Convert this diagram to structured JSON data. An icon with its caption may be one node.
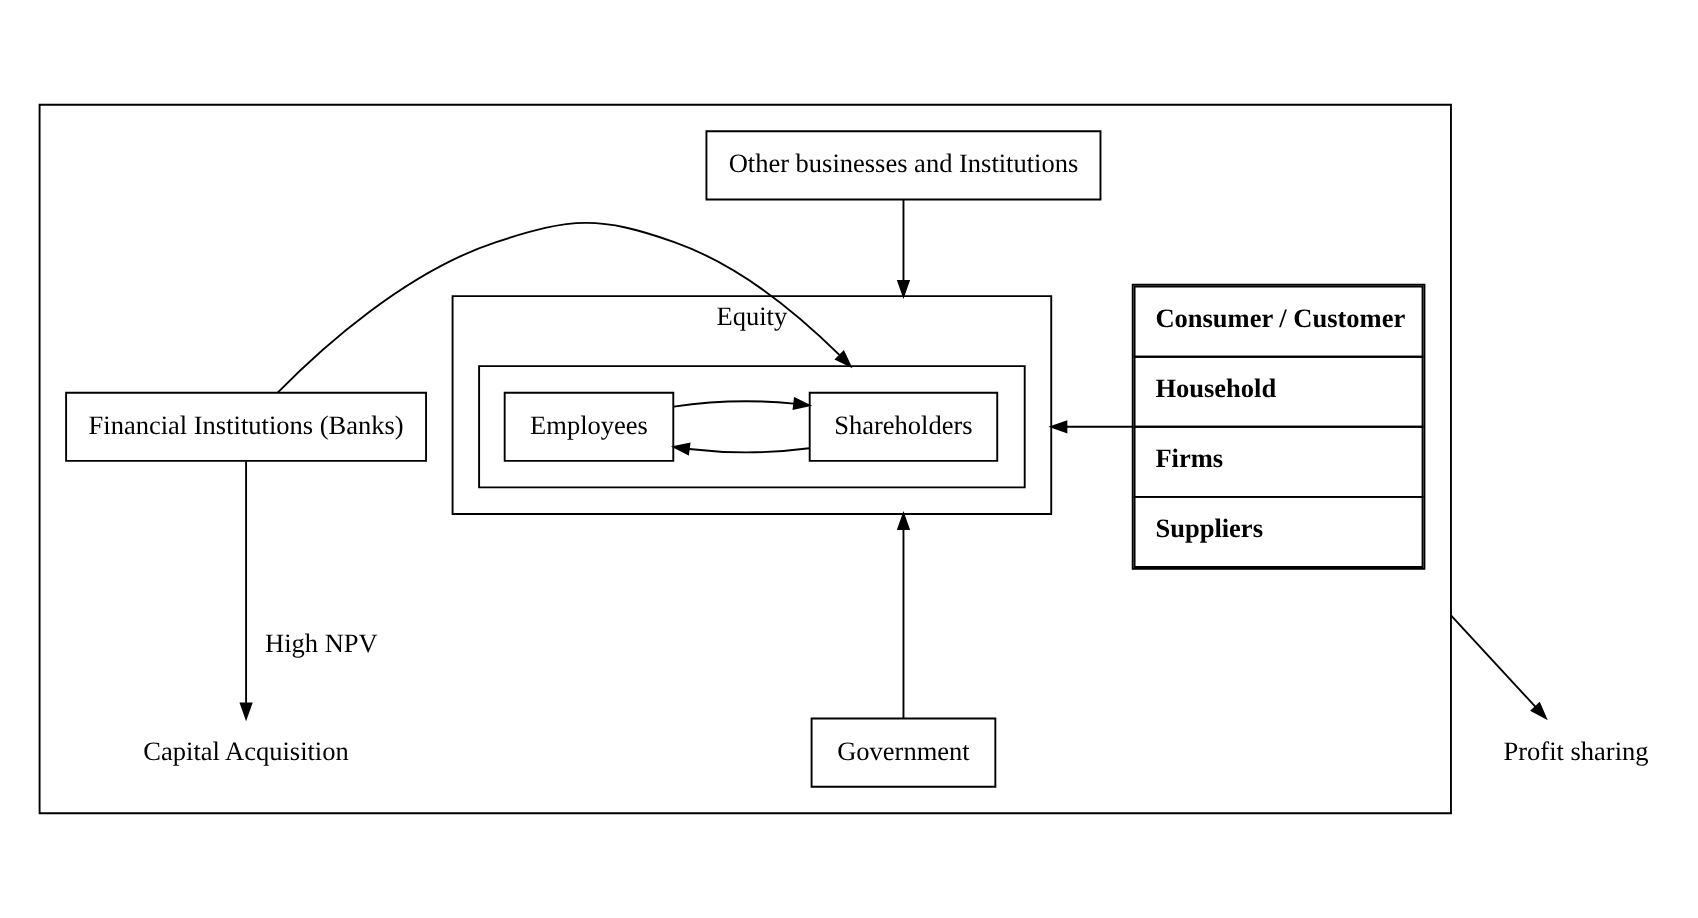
{
  "diagram": {
    "nodes": [
      {
        "text": [],
        "shape": "box"
      },
      {
        "text": [
          "Consumer / Customer",
          "Household",
          "Firms",
          "Suppliers"
        ],
        "in": 0
      },
      {
        "text": [
          "Other businesses and Institutions"
        ],
        "in": 0
      },
      {
        "text": [
          "Equity"
        ],
        "in": 0
      },
      {
        "text": [],
        "shape": "box",
        "in": 3
      },
      {
        "text": [
          "Shareholders"
        ],
        "in": 4
      },
      {
        "text": [
          "Employees"
        ],
        "in": 4
      },
      {
        "text": [
          "Financial Institutions (Banks)"
        ],
        "in": 0
      },
      {
        "text": [
          "Government"
        ],
        "in": 0
      },
      {
        "text": [
          "Capital Acquisition"
        ],
        "in": 0
      },
      {
        "text": [
          "Profit sharing"
        ]
      }
    ],
    "edges": [
      {
        "from": 1,
        "to": 3,
        "arrow": "to"
      },
      {
        "from": 2,
        "to": 3,
        "arrow": "to"
      },
      {
        "from": 7,
        "to": 4,
        "arrow": "to"
      },
      {
        "from": 8,
        "to": 3,
        "arrow": "to"
      },
      {
        "from": 5,
        "to": 6,
        "arrow": "to"
      },
      {
        "from": 6,
        "to": 5,
        "arrow": "to"
      },
      {
        "from": 7,
        "to": 9,
        "label": "High NPV",
        "arrow": "to"
      },
      {
        "from": 0,
        "to": 10,
        "arrow": "to"
      }
    ]
  }
}
